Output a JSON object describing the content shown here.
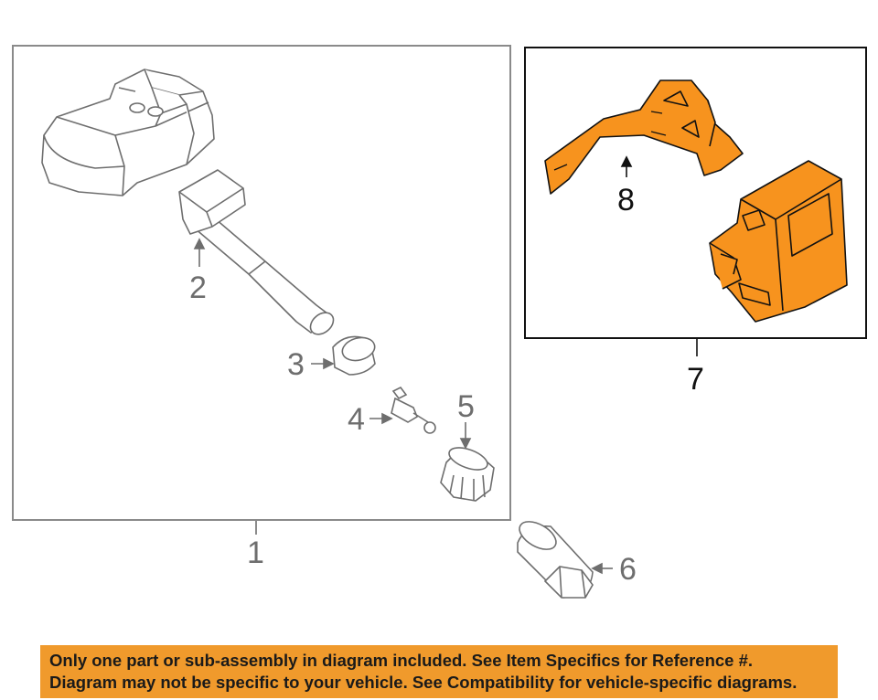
{
  "callouts": {
    "c1": "1",
    "c2": "2",
    "c3": "3",
    "c4": "4",
    "c5": "5",
    "c6": "6",
    "c7": "7",
    "c8": "8"
  },
  "colors": {
    "highlight": "#f7931e",
    "line": "#6e6e6e",
    "box_left": "#8a8a8a",
    "box_right": "#111111",
    "banner_bg": "#f09a2c"
  },
  "banner": {
    "line1": "Only one part or sub-assembly in diagram included. See Item Specifics for Reference #.",
    "line2": "Diagram may not be specific to your vehicle. See Compatibility for vehicle-specific diagrams."
  }
}
